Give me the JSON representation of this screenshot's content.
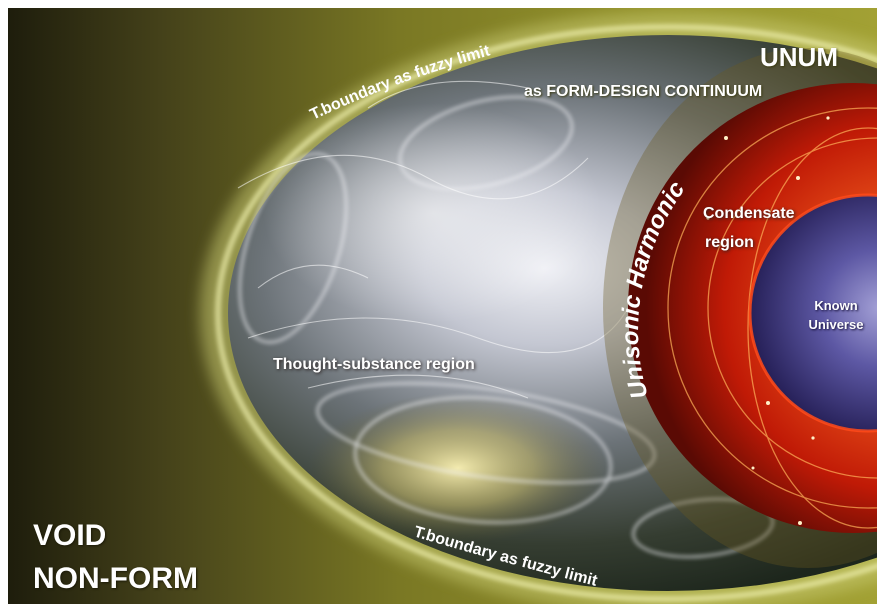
{
  "diagram": {
    "title": "UNUM",
    "subtitle": "as FORM-DESIGN CONTINUUM",
    "boundary_top": "T.boundary as fuzzy limit",
    "boundary_bottom": "T.boundary as fuzzy limit",
    "arc_label": "Unisonic Harmonic",
    "regions": {
      "thought": "Thought-substance region",
      "condensate_line1": "Condensate",
      "condensate_line2": "region",
      "known_line1": "Known",
      "known_line2": "Universe"
    },
    "void_line1": "VOID",
    "void_line2": "NON-FORM"
  },
  "colors": {
    "void_dark": "#1e1d0c",
    "void_olive": "#8a8826",
    "boundary_glow": "#e2e49a",
    "shell_core": "#d8dbe6",
    "condensate_red": "#cc1a05",
    "condensate_orange": "#f0681a",
    "harmonic_gold": "#e2cf52",
    "universe_violet": "#3a3070"
  }
}
